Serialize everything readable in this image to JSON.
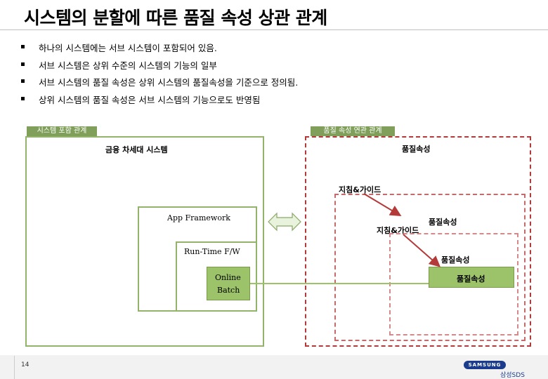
{
  "title": "시스템의 분할에 따른 품질 속성 상관 관계",
  "bullets": [
    "하나의 시스템에는 서브 시스템이 포함되어 있음.",
    "서브 시스템은 상위 수준의 시스템의 기능의 일부",
    "서브 시스템의 품질 속성은 상위 시스템의 품질속성을 기준으로 정의됨.",
    "상위 시스템의 품질 속성은 서브 시스템의 기능으로도 반영됨"
  ],
  "left": {
    "tag": "시스템 포함 관계",
    "system_label": "금융 차세대 시스템",
    "framework_label": "App Framework",
    "runtime_label": "Run-Time F/W",
    "online_label": "Online",
    "batch_label": "Batch"
  },
  "right": {
    "tag": "품질 속성 연관 관계",
    "quality_top": "품질속성",
    "guide_top": "지침&가이드",
    "quality_mid": "품질속성",
    "guide_mid": "지침&가이드",
    "quality_inner": "품질속성",
    "quality_box": "품질속성"
  },
  "footer": {
    "page_number": "14",
    "logo_text": "SAMSUNG",
    "logo_sub": "삼성SDS"
  },
  "colors": {
    "green": "#94b36a",
    "green_fill": "#9cc26a",
    "red": "#b43a3a",
    "tag_bg": "#7f9f5a"
  }
}
